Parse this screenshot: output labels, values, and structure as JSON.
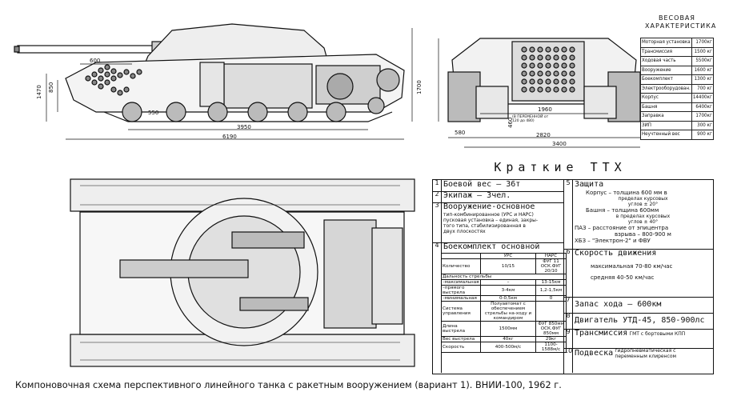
{
  "caption": "Компоновочная схема перспективного линейного танка с ракетным вооружением (вариант 1). ВНИИ-100, 1962 г.",
  "dimensions": {
    "d600": "600",
    "d850": "850",
    "d1470": "1470",
    "d1700": "1700",
    "d3950": "3950",
    "d6190": "6190",
    "d550": "550",
    "d1960": "1960",
    "d580": "580",
    "d2820": "2820",
    "d3400": "3400",
    "d460": "460",
    "d460_note": "(В ПЕРЕМЕННОЙ от 120 до 480)"
  },
  "weight": {
    "title1": "ВЕСОВАЯ",
    "title2": "ХАРАКТЕРИСТИКА",
    "rows": [
      {
        "name": "Моторная установка",
        "value": "1700кг"
      },
      {
        "name": "Трансмиссия",
        "value": "1500 кг"
      },
      {
        "name": "Ходовая часть",
        "value": "5500кг"
      },
      {
        "name": "Вооружение",
        "value": "1600 кг"
      },
      {
        "name": "Боекомплект",
        "value": "1300 кг"
      },
      {
        "name": "Электрооборудован.",
        "value": "700 кг"
      },
      {
        "name": "Корпус",
        "value": "14400кг"
      },
      {
        "name": "Башня",
        "value": "6400кг"
      },
      {
        "name": "Заправка",
        "value": "1700кг"
      },
      {
        "name": "ЗИП",
        "value": "300 кг"
      },
      {
        "name": "Неучтенный вес",
        "value": "900 кг"
      }
    ]
  },
  "ttx": {
    "title": "Краткие ТТХ",
    "r1": {
      "num": "1",
      "text": "Боевой вес – 36т"
    },
    "r2": {
      "num": "2",
      "text": "Экипаж – 3чел."
    },
    "r3": {
      "num": "3",
      "text": "Вооружение-основное",
      "l1": "тип-комбинированное (УРС и НАРС)",
      "l2": "пусковая установка – единая, закры-",
      "l3": "того типа, стабилизированная в",
      "l4": "двух плоскостях"
    },
    "r4": {
      "num": "4",
      "text": "Боекомплект основной"
    },
    "ammo": {
      "h_urs": "УРС",
      "h_nars": "НАРС",
      "h_nars_sub": "ФУГ 11 ОСК.ФУГ 20/10",
      "qty_label": "Количество",
      "qty_urs": "10/15",
      "range_label": "Дальность стрельбы",
      "max_label": "–максимальная",
      "max_urs": "–",
      "max_nars": "13-15км",
      "direct_label": "–прямого выстрела",
      "direct_urs": "3-4км",
      "direct_nars": "1,2-1,5км",
      "min_label": "–минимальная",
      "min_urs": "0-0,5км",
      "min_nars": "0",
      "ctl_label": "Система управления",
      "ctl_urs": "Полуавтомат с обеспечением стрельбы на-ходу и командиром",
      "len_label": "Длина выстрела",
      "len_urs": "1500мм",
      "len_nars": "ФУГ 850мм ОСК.ФУГ 850мм",
      "wt_label": "Вес выстрела",
      "wt_urs": "40кг",
      "wt_nars": "29кг",
      "spd_label": "Скорость",
      "spd_urs": "400-500м/с",
      "spd_nars": "1100-1588м/с"
    },
    "r5": {
      "num": "5",
      "text": "Защита",
      "hull": "Корпус – толщина 600 мм в",
      "hull2": "пределах курсовых",
      "hull3": "углов ± 20°",
      "turret": "Башня – толщина 600мм",
      "turret2": "в пределах курсовых",
      "turret3": "углов ± 40°",
      "paz": "ПАЗ – расстояние от эпицентра",
      "paz2": "взрыва – 800-900 м",
      "khbz": "ХБЗ – \"Электрон-2\" и ФВУ"
    },
    "r6": {
      "num": "6",
      "text": "Скорость движения",
      "max": "максимальная 70-80 км/час",
      "avg": "средняя 40-50 км/час"
    },
    "r7": {
      "num": "7",
      "text": "Запас хода – 600км"
    },
    "r8": {
      "num": "8",
      "text": "Двигатель УТД-45, 850-900лс"
    },
    "r9": {
      "num": "9",
      "text": "Трансмиссия",
      "sub": "ГМТ с бортовыми КПП"
    },
    "r10": {
      "num": "10",
      "text": "Подвеска",
      "sub": "гидропневматическая с переменным клиренсом"
    }
  }
}
